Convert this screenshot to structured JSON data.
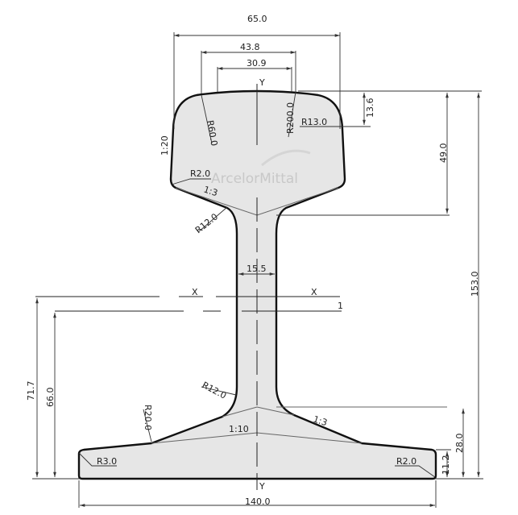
{
  "dimensions": {
    "head_width": "65.0",
    "head_top_width_1": "43.8",
    "head_top_width_2": "30.9",
    "head_side_height": "13.6",
    "head_height": "49.0",
    "total_height": "153.0",
    "web_thickness": "15.5",
    "neutral_axis_height": "71.7",
    "line1_height": "66.0",
    "foot_height": "28.0",
    "foot_edge_height": "11.2",
    "foot_width": "140.0"
  },
  "radii": {
    "r60": "R60.0",
    "r200": "R200.0",
    "r13": "R13.0",
    "r2_head": "R2.0",
    "r12_top": "R12.0",
    "r12_bottom": "R12.0",
    "r20": "R20.0",
    "r3": "R3.0",
    "r2_foot": "R2.0"
  },
  "slopes": {
    "head_side": "1:20",
    "head_under": "1:3",
    "foot_upper": "1:3",
    "foot_lower": "1:10"
  },
  "axes": {
    "y_top": "Y",
    "y_bottom": "Y",
    "x_left": "X",
    "x_right": "X",
    "line1": "1"
  },
  "watermark": "ArcelorMittal"
}
